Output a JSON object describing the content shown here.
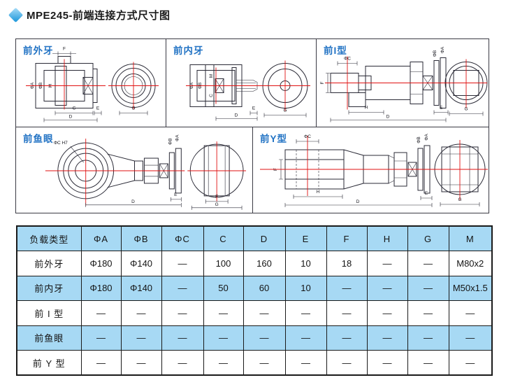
{
  "page": {
    "title": "MPE245-前端连接方式尺寸图"
  },
  "colors": {
    "accent": "#2273c4",
    "table_blue": "#a7d9f4",
    "centerline": "#e01212",
    "line": "#2a2a36",
    "diamond_light": "#a9ddf8",
    "diamond_dark": "#1895da"
  },
  "panels": [
    {
      "label": "前外牙",
      "dims": {
        "f": "F",
        "phiA": "ΦA",
        "phiB": "ΦB",
        "m": "M",
        "c": "C",
        "d": "D",
        "e": "E",
        "g": "G"
      }
    },
    {
      "label": "前内牙",
      "dims": {
        "phiA": "ΦA",
        "phiB": "ΦB",
        "m": "M",
        "c": "C",
        "d": "D",
        "e": "E",
        "g": "G"
      }
    },
    {
      "label": "前I型",
      "dims": {
        "phiC": "ΦC",
        "f": "F",
        "phiB": "ΦB",
        "phiA": "ΦA",
        "h": "H",
        "d": "D",
        "e": "E",
        "g": "G"
      }
    },
    {
      "label": "前鱼眼",
      "dims": {
        "phiC": "ΦC H7",
        "phiB": "ΦB",
        "phiA": "ΦA",
        "d": "D",
        "e": "E",
        "f": "F",
        "g": "G"
      }
    },
    {
      "label": "前Y型",
      "dims": {
        "phiC": "ΦC",
        "f": "F",
        "phiB": "ΦB",
        "phiA": "ΦA",
        "h": "H",
        "d": "D",
        "e": "E",
        "g": "G"
      }
    }
  ],
  "table": {
    "headers": [
      "负载类型",
      "ΦA",
      "ΦB",
      "ΦC",
      "C",
      "D",
      "E",
      "F",
      "H",
      "G",
      "M"
    ],
    "rows": [
      {
        "label": "前外牙",
        "values": [
          "Φ180",
          "Φ140",
          "—",
          "100",
          "160",
          "10",
          "18",
          "—",
          "—",
          "M80x2"
        ]
      },
      {
        "label": "前内牙",
        "values": [
          "Φ180",
          "Φ140",
          "—",
          "50",
          "60",
          "10",
          "—",
          "—",
          "—",
          "M50x1.5"
        ]
      },
      {
        "label": "前 I 型",
        "values": [
          "—",
          "—",
          "—",
          "—",
          "—",
          "—",
          "—",
          "—",
          "—",
          "—"
        ]
      },
      {
        "label": "前鱼眼",
        "values": [
          "—",
          "—",
          "—",
          "—",
          "—",
          "—",
          "—",
          "—",
          "—",
          "—"
        ]
      },
      {
        "label": "前 Y 型",
        "values": [
          "—",
          "—",
          "—",
          "—",
          "—",
          "—",
          "—",
          "—",
          "—",
          "—"
        ]
      }
    ]
  }
}
